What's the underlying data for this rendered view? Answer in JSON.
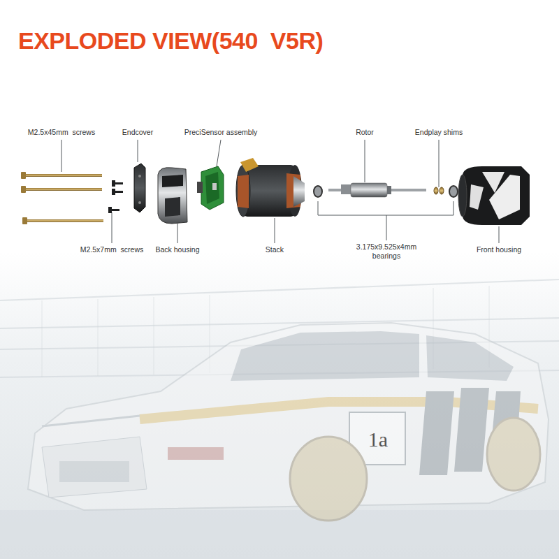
{
  "diagram": {
    "title": "EXPLODED VIEW(540  V5R)",
    "labels": [
      "M2.5x45mm  screws",
      "Endcover",
      "PreciSensor assembly",
      "Rotor",
      "Endplay shims",
      "M2.5x7mm  screws",
      "Back housing",
      "Stack",
      "3.175x9.525x4mm bearings",
      "Front housing",
      "1a"
    ]
  }
}
